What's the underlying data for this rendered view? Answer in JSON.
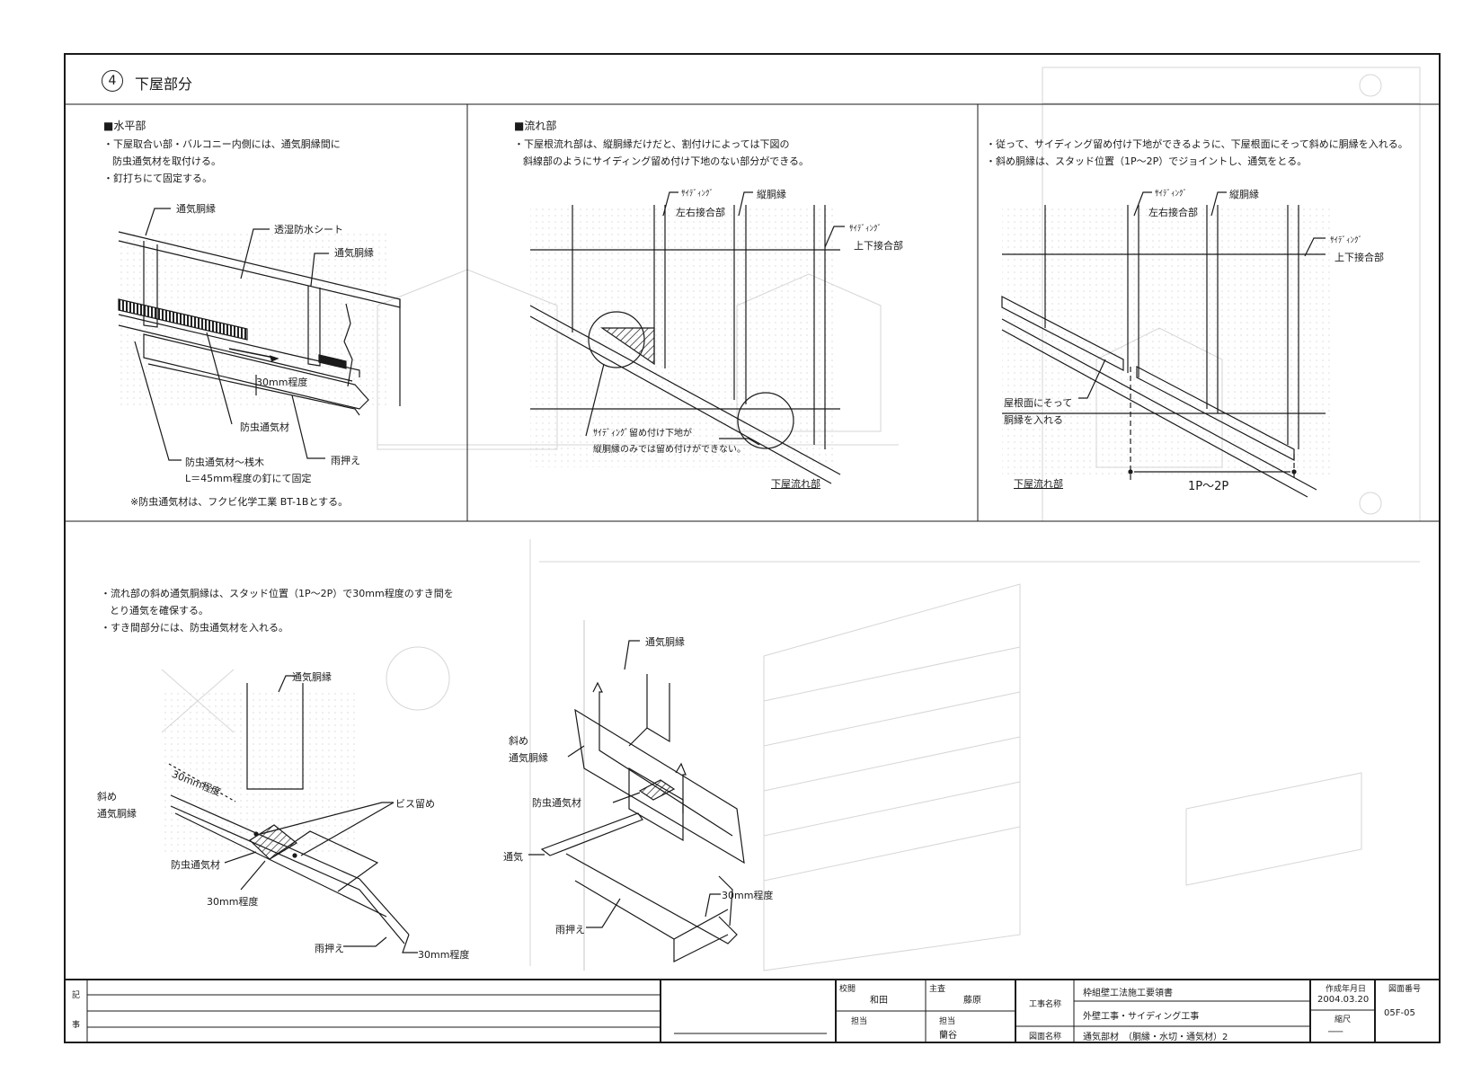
{
  "header": {
    "section_number": "4",
    "section_title": "下屋部分"
  },
  "panel_horizontal": {
    "heading": "■水平部",
    "notes": [
      "・下屋取合い部・バルコニー内側には、通気胴縁間に",
      "防虫通気材を取付ける。",
      "・釘打ちにて固定する。"
    ],
    "labels": {
      "furring_a": "通気胴縁",
      "sheet": "透湿防水シート",
      "furring_b": "通気胴縁",
      "gap": "30mm程度",
      "vent_material": "防虫通気材",
      "flashing": "雨押え",
      "batten_line1": "防虫通気材～桟木",
      "batten_line2": "L＝45mm程度の釘にて固定"
    },
    "footnote": "※防虫通気材は、フクビ化学工業 BT-1Bとする。"
  },
  "panel_slope": {
    "heading": "■流れ部",
    "notes": [
      "・下屋根流れ部は、縦胴縁だけだと、割付けによっては下図の",
      "斜線部のようにサイディング留め付け下地のない部分ができる。"
    ],
    "labels": {
      "siding_lr": "ｻｲﾃﾞｨﾝｸﾞ",
      "lr_joint": "左右接合部",
      "vertical_furring": "縦胴縁",
      "siding_ud": "ｻｲﾃﾞｨﾝｸﾞ",
      "ud_joint": "上下接合部",
      "warn_line1": "ｻｲﾃﾞｨﾝｸﾞ留め付け下地が",
      "warn_line2": "縦胴縁のみでは留め付けができない。",
      "caption": "下屋流れ部"
    }
  },
  "panel_solution": {
    "notes": [
      "・従って、サイディング留め付け下地ができるように、下屋根面にそって斜めに胴縁を入れる。",
      "・斜め胴縁は、スタッド位置（1P～2P）でジョイントし、通気をとる。"
    ],
    "labels": {
      "siding_lr": "ｻｲﾃﾞｨﾝｸﾞ",
      "lr_joint": "左右接合部",
      "vertical_furring": "縦胴縁",
      "siding_ud": "ｻｲﾃﾞｨﾝｸﾞ",
      "ud_joint": "上下接合部",
      "along_line1": "屋根面にそって",
      "along_line2": "胴縁を入れる",
      "pitch": "1P～2P",
      "caption": "下屋流れ部"
    }
  },
  "panel_joint": {
    "notes": [
      "・流れ部の斜め通気胴縁は、スタッド位置（1P～2P）で30mm程度のすき間を",
      "とり通気を確保する。",
      "・すき間部分には、防虫通気材を入れる。"
    ],
    "labels": {
      "furring": "通気胴縁",
      "gap_a": "30mm程度",
      "diag_line1": "斜め",
      "diag_line2": "通気胴縁",
      "screw": "ビス留め",
      "vent_material": "防虫通気材",
      "gap_b": "30mm程度",
      "flashing": "雨押え",
      "gap_c": "30mm程度"
    }
  },
  "panel_iso": {
    "labels": {
      "furring": "通気胴縁",
      "diag_line1": "斜め",
      "diag_line2": "通気胴縁",
      "vent_material": "防虫通気材",
      "airflow": "通気",
      "gap": "30mm程度",
      "flashing": "雨押え"
    }
  },
  "title_block": {
    "notes_label": [
      "記",
      "事"
    ],
    "checked_label": "校閲",
    "checked_name": "和田",
    "chief_label": "主査",
    "chief_name": "藤原",
    "drawn_label": "担当",
    "drawn_name": "",
    "staff_label": "担当",
    "staff_name": "蘭谷",
    "project_label": "工事名称",
    "project_line1": "枠組壁工法施工要領書",
    "project_line2": "外壁工事・サイディング工事",
    "drawing_label": "図面名称",
    "drawing_name": "通気部材　（胴縁・水切・通気材）2",
    "date_label": "作成年月日",
    "date": "2004.03.20",
    "scale_label": "縮尺",
    "scale": "───",
    "number_label": "図面番号",
    "number": "05F-05"
  },
  "colors": {
    "ink": "#1a1a1a",
    "ghost": "#cfcfcf",
    "paper": "#ffffff"
  }
}
